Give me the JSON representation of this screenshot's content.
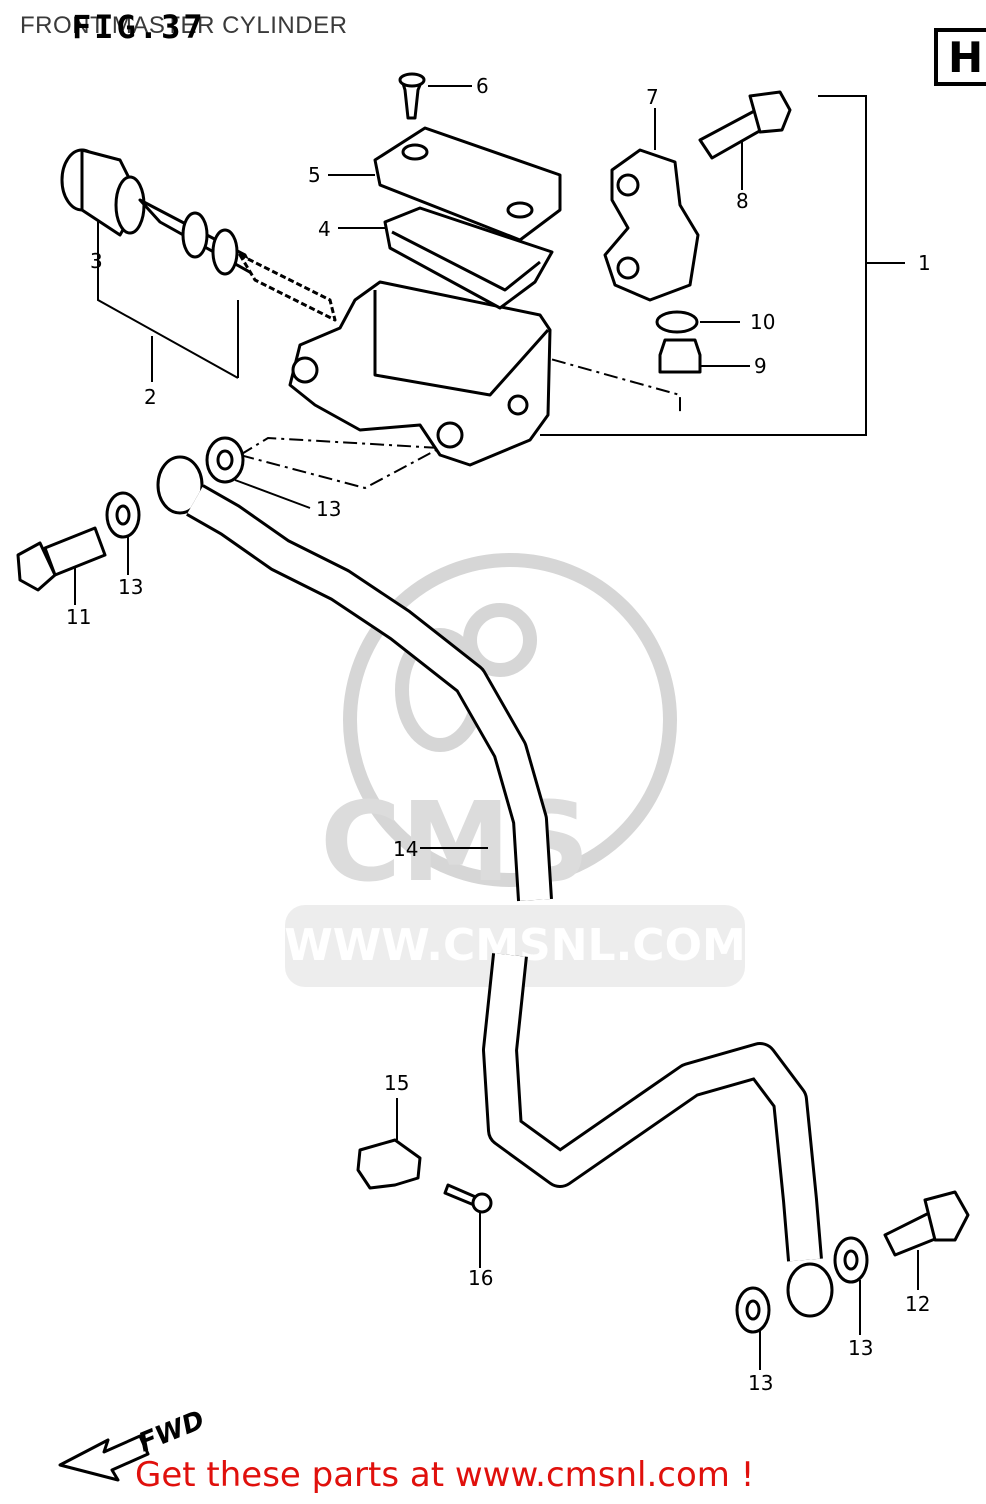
{
  "header": {
    "title": "FRONT MASTER CYLINDER",
    "figure_label": "FIG.37",
    "section_letter": "H"
  },
  "parts": {
    "p1": "1",
    "p2": "2",
    "p3": "3",
    "p4": "4",
    "p5": "5",
    "p6": "6",
    "p7": "7",
    "p8": "8",
    "p9": "9",
    "p10": "10",
    "p11": "11",
    "p12": "12",
    "p13a": "13",
    "p13b": "13",
    "p13c": "13",
    "p13d": "13",
    "p14": "14",
    "p15": "15",
    "p16": "16"
  },
  "direction_label": "FWD",
  "watermark": {
    "brand": "CMS",
    "url": "WWW.CMSNL.COM"
  },
  "footer": {
    "link_text": "Get these parts at www.cmsnl.com !"
  },
  "colors": {
    "line": "#000000",
    "footer": "#e0100c",
    "watermark": "#d8d8d8"
  }
}
